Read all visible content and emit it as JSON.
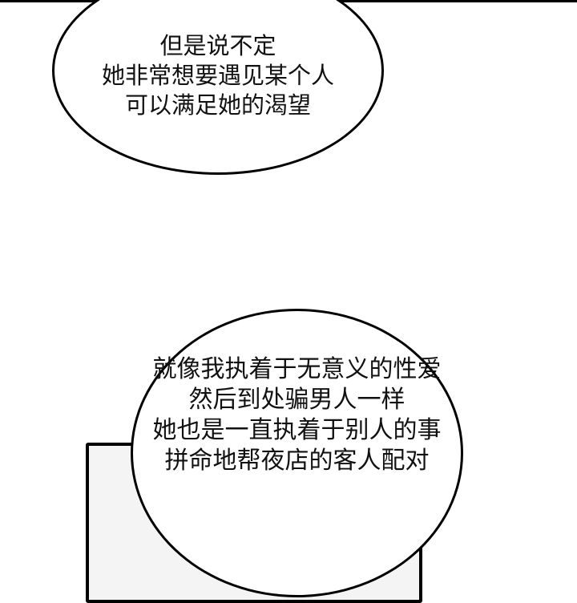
{
  "panel_top": {
    "bubble": {
      "lines": [
        "但是说不定",
        "她非常想要遇见某个人",
        "可以满足她的渴望"
      ]
    }
  },
  "panel_bottom": {
    "bubble": {
      "lines": [
        "就像我执着于无意义的性爱",
        "然后到处骗男人一样",
        "她也是一直执着于别人的事",
        "拼命地帮夜店的客人配对"
      ]
    }
  },
  "colors": {
    "background": "#ffffff",
    "ink": "#000000",
    "panel_fill": "#f4f4f4"
  }
}
